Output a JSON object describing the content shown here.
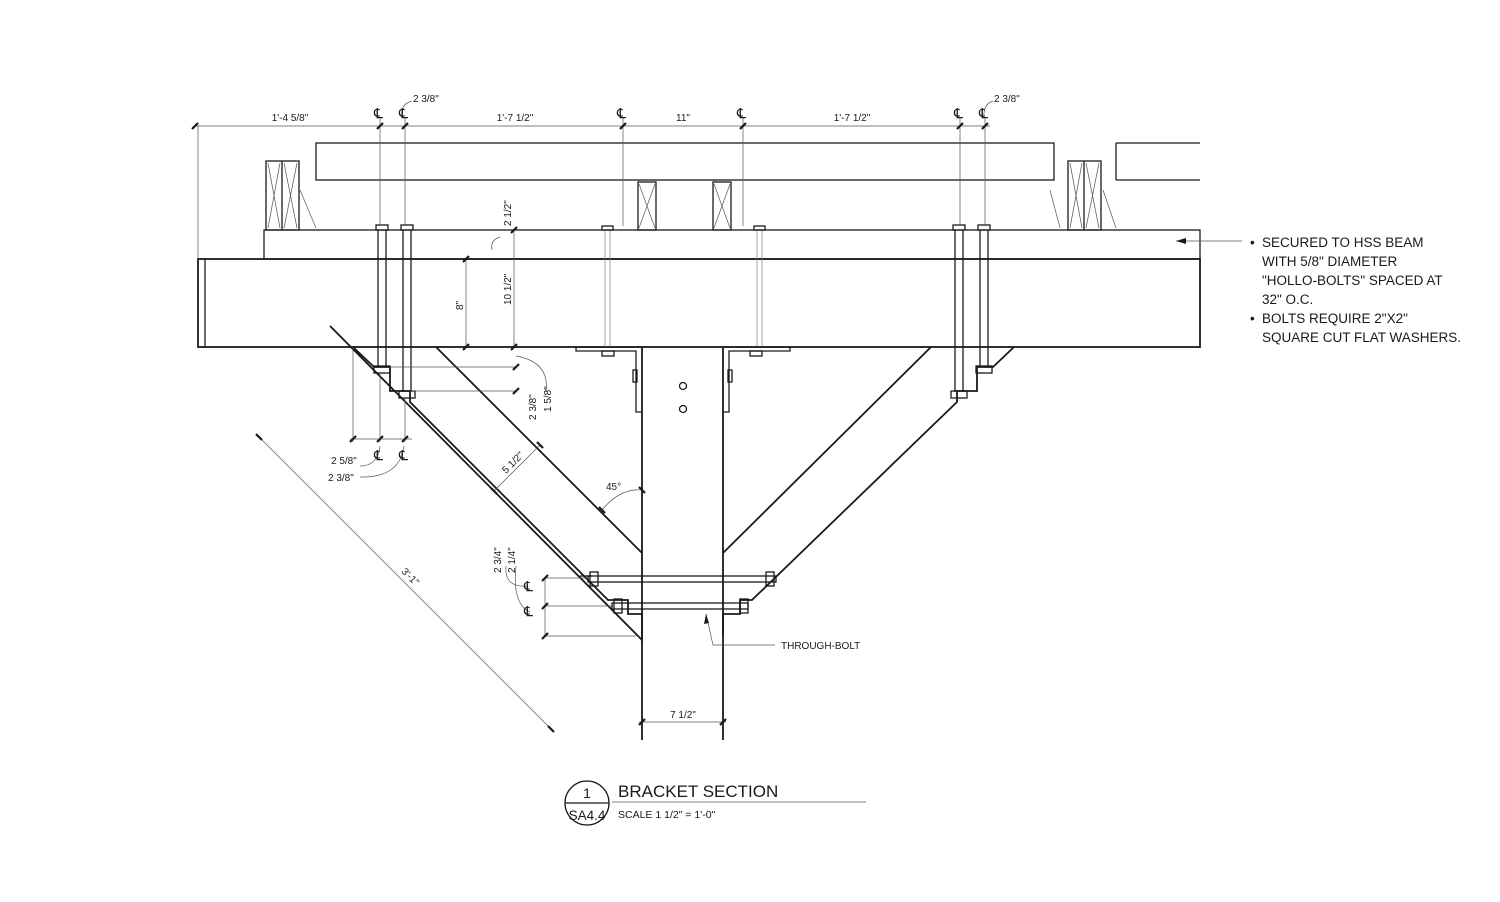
{
  "dimensions": {
    "top": [
      "1'-4 5/8\"",
      "2 3/8\"",
      "1'-7 1/2\"",
      "11\"",
      "1'-7 1/2\"",
      "2 3/8\""
    ],
    "vertical": [
      "2 1/2\"",
      "10 1/2\"",
      "8\""
    ],
    "flange": [
      "2 3/8\"",
      "1 5/8\""
    ],
    "left_offsets": [
      "2 5/8\"",
      "2 3/8\""
    ],
    "brace_depth": "5 1/2\"",
    "angle": "45°",
    "brace_length": "3'-1\"",
    "bolt_spacing": [
      "2 3/4\"",
      "2 1/4\""
    ],
    "post_width": "7 1/2\""
  },
  "notes": [
    {
      "bullet": "•",
      "lines": [
        "SECURED TO HSS BEAM",
        "WITH 5/8\" DIAMETER",
        "\"HOLLO-BOLTS\" SPACED AT",
        "32\" O.C."
      ]
    },
    {
      "bullet": "•",
      "lines": [
        "BOLTS REQUIRE 2\"X2\"",
        "SQUARE CUT FLAT WASHERS."
      ]
    }
  ],
  "callout": {
    "through_bolt": "THROUGH-BOLT"
  },
  "centerline_symbol": "℄",
  "title_block": {
    "detail_number": "1",
    "sheet": "SA4.4",
    "title": "BRACKET SECTION",
    "scale": "SCALE  1 1/2\" = 1'-0\""
  }
}
